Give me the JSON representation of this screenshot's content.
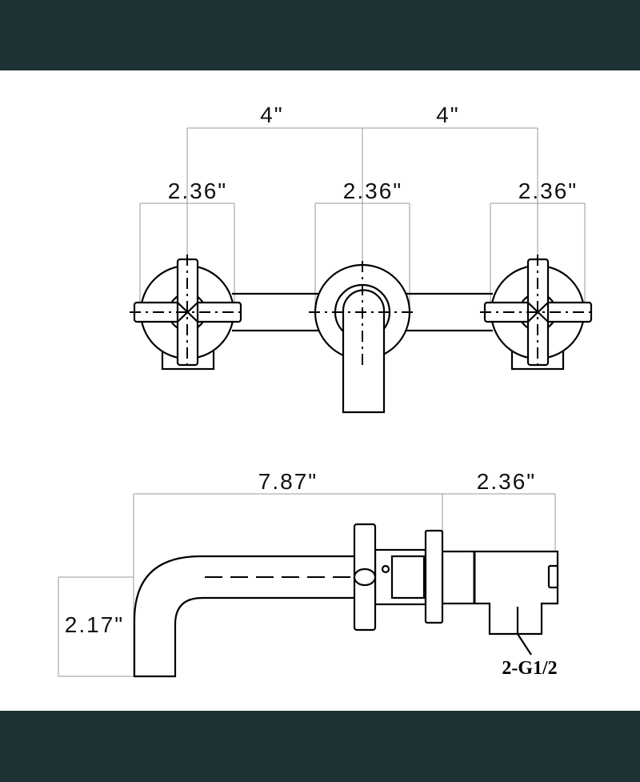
{
  "colors": {
    "band": "#1e3134",
    "line": "#000000",
    "dimension_line": "#9a9a9a"
  },
  "front_view": {
    "dimensions": {
      "spacing_left": "4\"",
      "spacing_right": "4\"",
      "left_handle_width": "2.36\"",
      "spout_plate_width": "2.36\"",
      "right_handle_width": "2.36\""
    }
  },
  "side_view": {
    "dimensions": {
      "spout_reach": "7.87\"",
      "valve_depth": "2.36\"",
      "spout_height": "2.17\""
    },
    "callout": "2-G1/2"
  }
}
